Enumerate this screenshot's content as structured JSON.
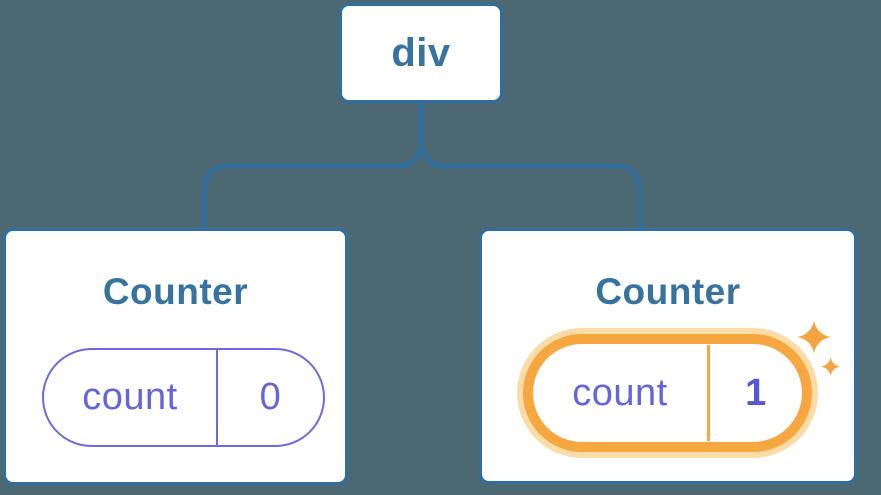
{
  "diagram": {
    "description": "component tree",
    "root_node": {
      "label": "div"
    },
    "children": [
      {
        "title": "Counter",
        "state_key": "count",
        "state_value": "0",
        "highlighted": false
      },
      {
        "title": "Counter",
        "state_key": "count",
        "state_value": "1",
        "highlighted": true
      }
    ],
    "colors": {
      "background": "#4c6973",
      "node_fill": "#ffffff",
      "node_border_blue": "#2f6e9e",
      "connector_blue": "#2f6e9e",
      "label_blue": "#36739f",
      "state_purple": "#6464dc",
      "highlight_orange": "#f6a73f",
      "highlight_halo": "#fcdca6",
      "sparkle_orange": "#f3a440"
    }
  }
}
